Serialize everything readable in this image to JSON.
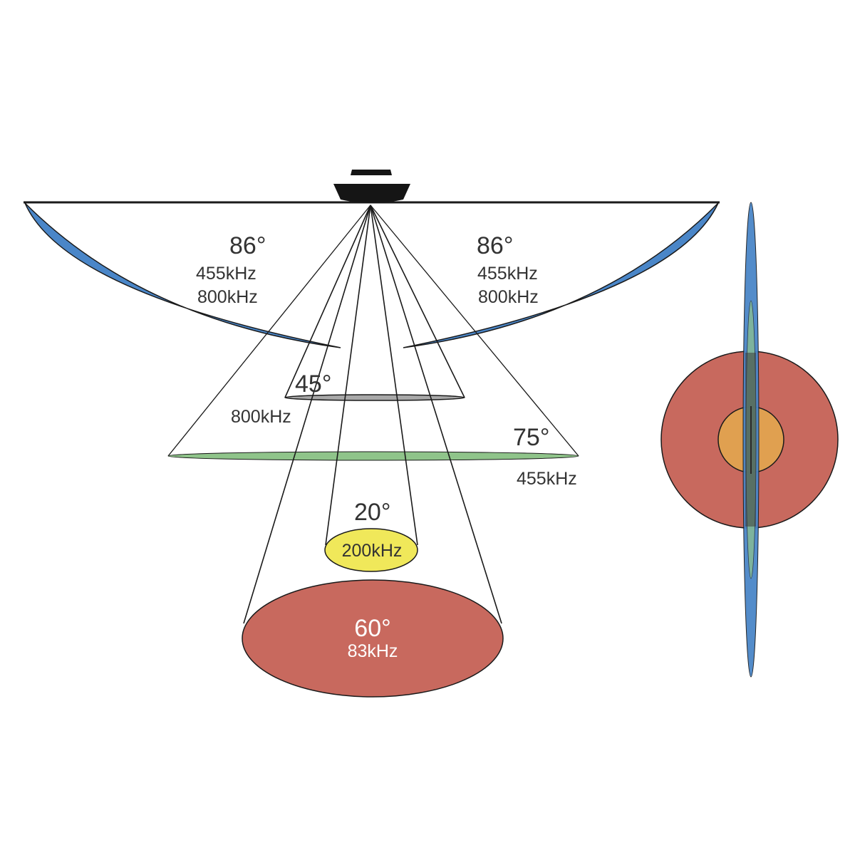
{
  "colors": {
    "side_beam_blue": "#4a86c8",
    "beam_800_gray": "#a8a8a8",
    "beam_455_green": "#8fc48a",
    "beam_200_yellow": "#f0e85a",
    "beam_83_red": "#c8695e",
    "inner_orange": "#e0a050",
    "hull_black": "#151515",
    "lines": "#1a1a1a"
  },
  "beams": {
    "side_left": {
      "angle": "86°",
      "freq1": "455kHz",
      "freq2": "800kHz"
    },
    "side_right": {
      "angle": "86°",
      "freq1": "455kHz",
      "freq2": "800kHz"
    },
    "down_45": {
      "angle": "45°",
      "freq": "800kHz"
    },
    "down_75": {
      "angle": "75°",
      "freq": "455kHz"
    },
    "down_20": {
      "angle": "20°",
      "freq": "200kHz"
    },
    "down_60": {
      "angle": "60°",
      "freq": "83kHz"
    }
  },
  "icons": {
    "boat": "boat-icon"
  }
}
